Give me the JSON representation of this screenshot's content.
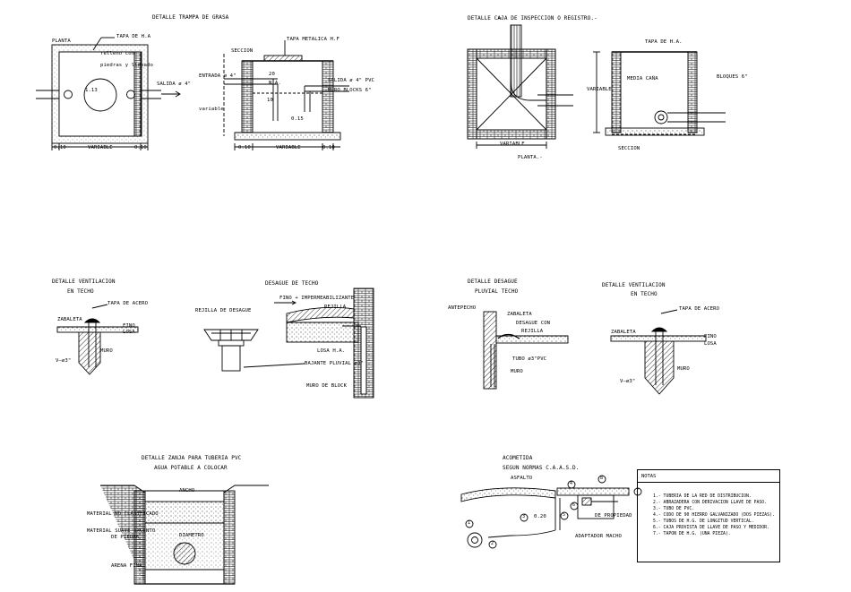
{
  "sheet": {
    "trampa": {
      "title": "DETALLE TRAMPA DE GRASA",
      "planta": "PLANTA",
      "tapa": "TAPA DE H.A",
      "relleno": "relleno con",
      "piedras": "piedras y llenado",
      "dim": "1.13",
      "salida": "SALIDA ø 4\"",
      "variable": "VARIABLE",
      "dim_left": "0.10",
      "dim_right": "0.10",
      "seccion": "SECCION",
      "tapa_metalica": "TAPA METALICA H.F",
      "entrada": "ENTRADA ø 4\"",
      "variable2": "variable",
      "na": "N.A.",
      "d_20": "20",
      "d_10": "10",
      "d_015": "0.15",
      "salida_pvc": "SALIDA ø 4\" PVC",
      "muro": "MURO BLOCKS 6\"",
      "dim2_left": "0.10",
      "dim2_right": "0.10",
      "variable3": "VARIABLE"
    },
    "caja": {
      "title": "DETALLE  CAJA DE INSPECCION O REGISTRO.-",
      "variable": "VARIABLE",
      "planta": "PLANTA.-",
      "tapa": "TAPA DE H.A.",
      "variable_v": "VARIABLE",
      "media_cana": "MEDIA CAÑA",
      "bloques": "BLOQUES 6\"",
      "seccion": "SECCION"
    },
    "vent_left": {
      "title1": "DETALLE VENTILACION",
      "title2": "EN TECHO",
      "tapa": "TAPA DE ACERO",
      "zabaleta": "ZABALETA",
      "fino": "FINO",
      "losa": "LOSA",
      "muro": "MURO",
      "v": "V—ø3\""
    },
    "desague_techo": {
      "title": "DESAGUE DE TECHO",
      "rejilla_desague": "REJILLA DE DESAGUE",
      "fino_imp": "FINO + IMPERMEABILIZANTE",
      "rejilla": "REJILLA",
      "losa": "LOSA   H.A.",
      "bajante": "BAJANTE PLUVIAL ø3\"",
      "muro_block": "MURO DE BLOCK"
    },
    "desague_pluvial": {
      "title1": "DETALLE DESAGUE",
      "title2": "PLUVIAL TECHO",
      "antepecho": "ANTEPECHO",
      "zabaleta": "ZABALETA",
      "desague_con": "DESAGUE CON",
      "rejilla": "REJILLA",
      "tubo": "TUBO ø3\"PVC",
      "muro": "MURO"
    },
    "vent_right": {
      "title1": "DETALLE VENTILACION",
      "title2": "EN TECHO",
      "tapa": "TAPA DE ACERO",
      "zabaleta": "ZABALETA",
      "fino": "FINO",
      "losa": "LOSA",
      "muro": "MURO",
      "v": "V—ø3\""
    },
    "zanja": {
      "title1": "DETALLE ZANJA PARA TUBERIA PVC",
      "title2": "AGUA POTABLE A COLOCAR",
      "ancho": "ANCHO",
      "material_no": "MATERIAL NO CLASIFICADO",
      "material_suave": "MATERIAL SUAVE EXCENTO",
      "de_piedra": "DE PIEDRA",
      "diametro": "DIAMETRO",
      "arena": "ARENA FINA"
    },
    "acometida": {
      "title1": "ACOMETIDA",
      "title2": "SEGUN NORMAS C.A.A.S.D.",
      "asfalto": "ASFALTO",
      "dim": "0.20",
      "de_propiedad": "DE PROPIEDAD",
      "adaptador": "ADAPTADOR MACHO",
      "callouts": [
        "1",
        "2",
        "3",
        "4",
        "5",
        "6",
        "7",
        "8"
      ]
    },
    "notas": {
      "head": "NOTAS",
      "lines": [
        "1.-   TUBERIA DE LA RED DE DISTRIBUCION.",
        "2.-   ABRAZADERA CON DERIVACION LLAVE DE PASO.",
        "3.-   TUBO DE PVC.",
        "4.-   CODO DE 90 HIERRO GALVANIZADO (DOS PIEZAS).",
        "5.-   TUBOS DE H.G. DE LONGITUD VERTICAL.",
        "6.-   CAJA PROVISTA DE LLAVE DE PASO Y MEDIDOR.",
        "7.-   TAPON DE H.G. (UNA PIEZA)."
      ]
    }
  }
}
